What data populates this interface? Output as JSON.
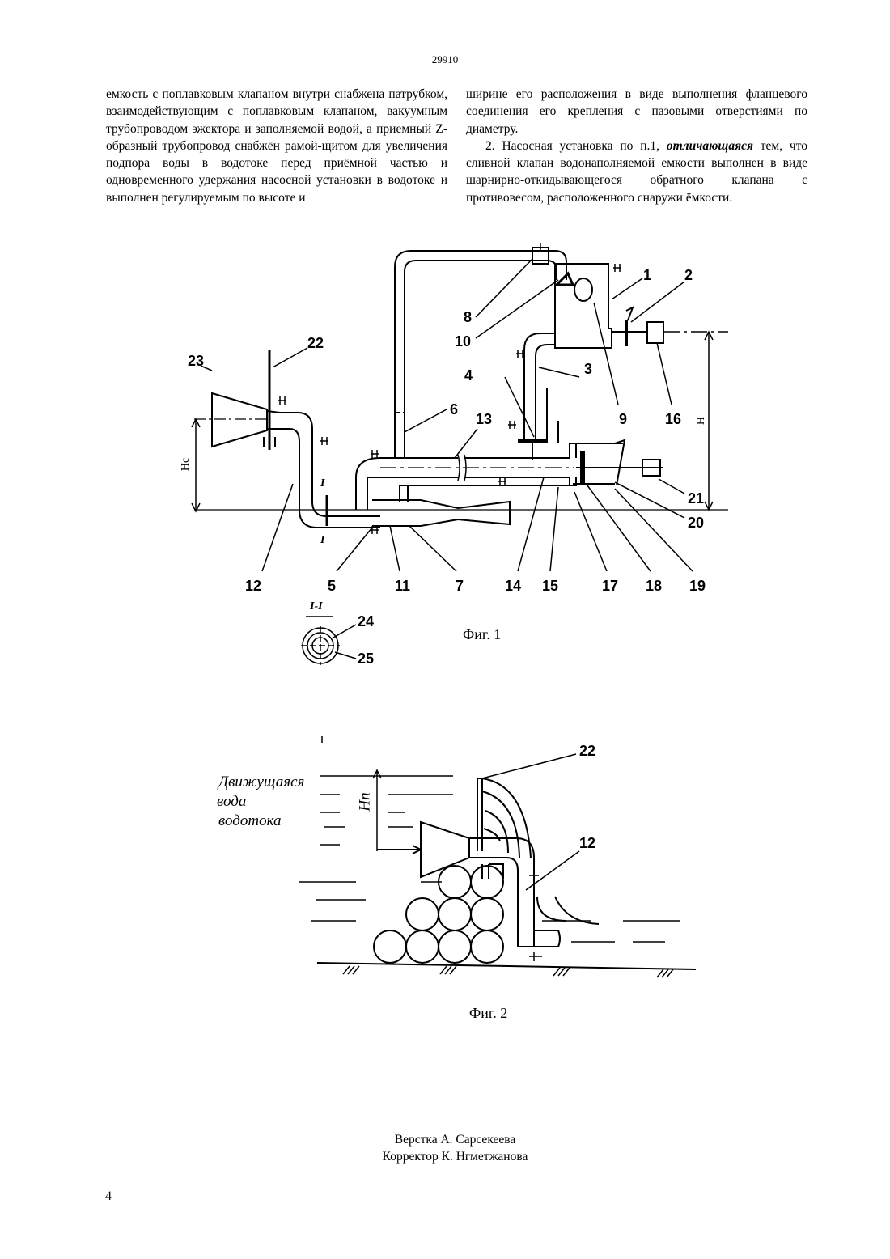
{
  "header": {
    "doc_number": "29910"
  },
  "text": {
    "col_left": "емкость с поплавковым клапаном внутри снабжена патрубком, взаимодействующим с поплавковым клапаном, вакуумным трубопроводом эжектора и заполняемой водой, а приемный Z-образный трубопровод снабжён рамой-щитом для увеличения подпора воды в водотоке перед приёмной частью и одновременного удержания насосной установки в водотоке и выполнен регулируемым по высоте и",
    "col_right_p1": "ширине его расположения в виде выполнения фланцевого соединения его крепления с пазовыми отверстиями по диаметру.",
    "claim2_prefix": "2. Насосная установка по п.1,",
    "claim2_emph": "отличающаяся",
    "claim2_rest": "тем, что сливной клапан водонаполняемой емкости выполнен в виде шарнирно-откидывающегося обратного клапана с противовесом, расположенного снаружи ёмкости."
  },
  "fig1": {
    "caption": "Фиг. 1",
    "labels": [
      "1",
      "2",
      "3",
      "4",
      "6",
      "8",
      "9",
      "10",
      "13",
      "16",
      "22",
      "23",
      "5",
      "7",
      "11",
      "12",
      "14",
      "15",
      "17",
      "18",
      "19",
      "20",
      "21",
      "24",
      "25"
    ],
    "dim_h": "H",
    "dim_hc": "Hс",
    "section_label": "I-I",
    "section_mark": "I"
  },
  "fig2": {
    "caption": "Фиг. 2",
    "water_text": [
      "Движущаяся",
      "вода",
      "водотока"
    ],
    "dim_hp": "Hп",
    "labels": [
      "22",
      "12"
    ]
  },
  "footer": {
    "layout": "Верстка А. Сарсекеева",
    "corrector": "Корректор К. Нгметжанова",
    "page_number": "4"
  }
}
